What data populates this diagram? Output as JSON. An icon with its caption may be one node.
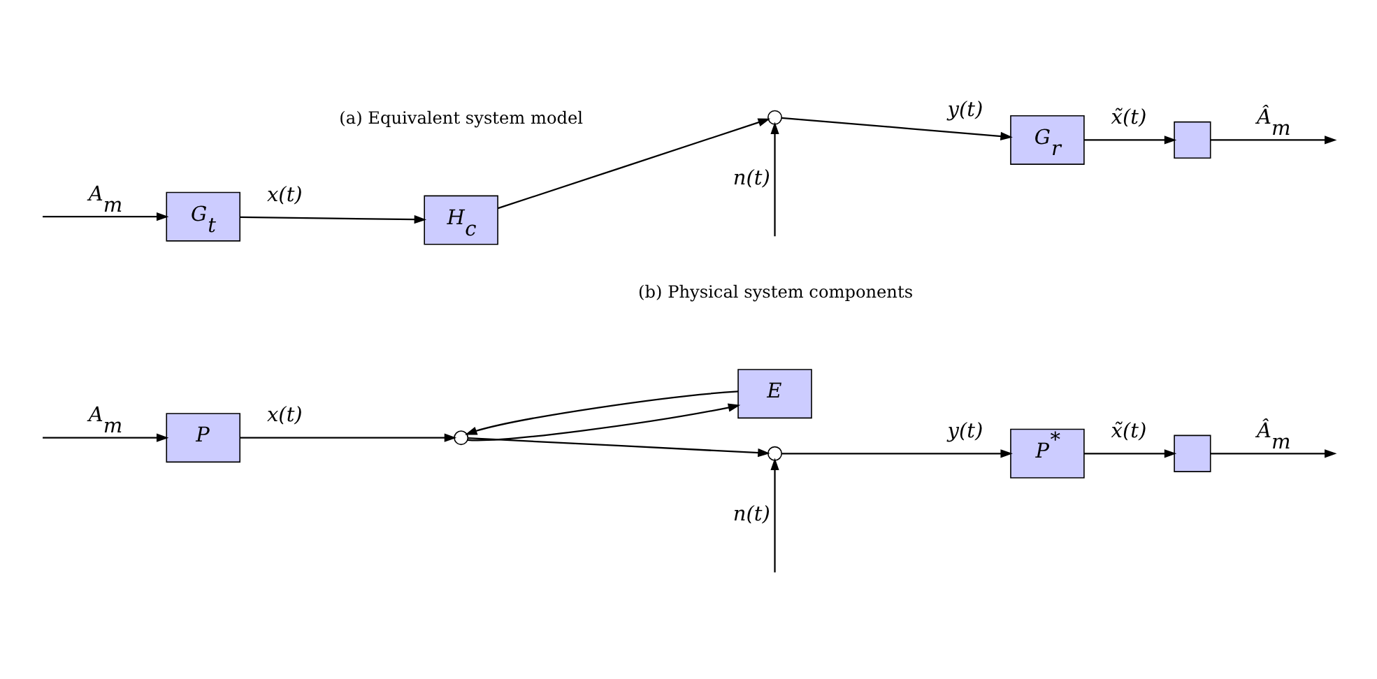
{
  "diagram": {
    "nodes": [
      {
        "text": [
          "G$_{t}$"
        ]
      },
      {
        "text": [
          "H$_{c}$"
        ]
      },
      {
        "text": [],
        "shape": "circle"
      },
      {
        "text": [
          "G$_{r}$"
        ]
      },
      {
        "text": [],
        "shape": "box"
      },
      {
        "text": [
          "P"
        ]
      },
      {
        "text": [],
        "shape": "circle"
      },
      {
        "text": [
          "E"
        ]
      },
      {
        "text": [],
        "shape": "circle"
      },
      {
        "text": [
          "P$^{*}$"
        ]
      },
      {
        "text": [],
        "shape": "box"
      }
    ],
    "edges": [
      {
        "from": null,
        "to": 0,
        "arrow": "to",
        "label": "A$_{m}$"
      },
      {
        "from": 0,
        "to": 1,
        "arrow": "to",
        "label": "x(t)"
      },
      {
        "from": 1,
        "to": 2,
        "arrow": "to"
      },
      {
        "from": null,
        "to": 2,
        "arrow": "to",
        "label": "n(t)"
      },
      {
        "from": 2,
        "to": 3,
        "arrow": "to",
        "label": "y(t)"
      },
      {
        "from": 3,
        "to": 4,
        "arrow": "to",
        "label": "x̃(t)"
      },
      {
        "from": 4,
        "to": null,
        "arrow": "to",
        "label": "Â$_{m}$"
      },
      {
        "from": null,
        "to": 5,
        "arrow": "to",
        "label": "A$_{m}$"
      },
      {
        "from": 5,
        "to": 6,
        "arrow": "to",
        "label": "x(t)"
      },
      {
        "from": 6,
        "to": 8,
        "arrow": "to"
      },
      {
        "from": 6,
        "to": 7,
        "arrow": "to"
      },
      {
        "from": 7,
        "to": 6,
        "arrow": "to"
      },
      {
        "from": null,
        "to": 8,
        "arrow": "to",
        "label": "n(t)"
      },
      {
        "from": 8,
        "to": 9,
        "arrow": "to",
        "label": "y(t)"
      },
      {
        "from": 9,
        "to": 10,
        "arrow": "to",
        "label": "x̃(t)"
      },
      {
        "from": 10,
        "to": null,
        "arrow": "to",
        "label": "Â$_{m}$"
      }
    ],
    "labels": [
      "(a) Equivalent system model",
      "(b) Physical system components"
    ]
  }
}
